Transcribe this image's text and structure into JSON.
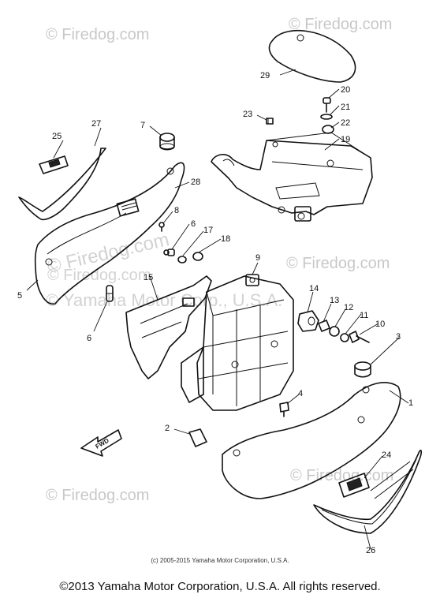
{
  "watermarks": {
    "top_left": "© Firedog.com",
    "top_right": "© Firedog.com",
    "mid_left": "© Firedog.com",
    "mid_right": "© Firedog.com",
    "bottom_left": "© Firedog.com",
    "bottom_right": "© Firedog.com",
    "large_overlay": "© Firedog.com",
    "yamaha_overlay": "© Yamaha Motor Corp., U.S.A."
  },
  "callouts": {
    "c1": "1",
    "c2": "2",
    "c3": "3",
    "c4": "4",
    "c5": "5",
    "c6_left": "6",
    "c6": "6",
    "c7": "7",
    "c8": "8",
    "c9": "9",
    "c10": "10",
    "c11": "11",
    "c12": "12",
    "c13": "13",
    "c14": "14",
    "c15": "15",
    "c17": "17",
    "c18": "18",
    "c19": "19",
    "c20": "20",
    "c21": "21",
    "c22": "22",
    "c23": "23",
    "c24": "24",
    "c25": "25",
    "c26": "26",
    "c27": "27",
    "c28": "28",
    "c29": "29"
  },
  "fwd_label": "FWD",
  "small_copyright": "(c) 2005-2015 Yamaha Motor Corporation, U.S.A.",
  "footer_copyright": "©2013 Yamaha Motor Corporation, U.S.A. All rights reserved."
}
